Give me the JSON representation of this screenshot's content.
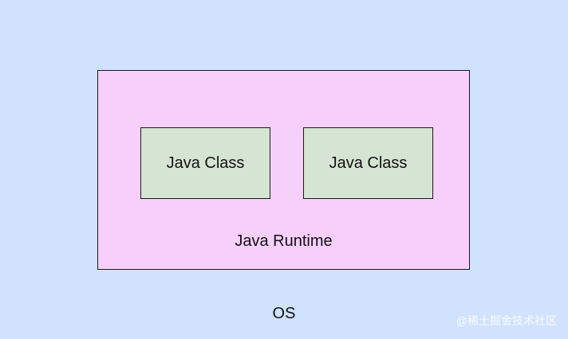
{
  "diagram": {
    "runtime": {
      "label": "Java Runtime",
      "classes": [
        {
          "label": "Java Class"
        },
        {
          "label": "Java Class"
        }
      ]
    },
    "os": {
      "label": "OS"
    }
  },
  "watermark": {
    "text": "@稀土掘金技术社区"
  },
  "colors": {
    "background": "#d0e2fd",
    "runtime_fill": "#f6cffb",
    "class_fill": "#d6e5d3",
    "border": "#1a1a1a"
  }
}
